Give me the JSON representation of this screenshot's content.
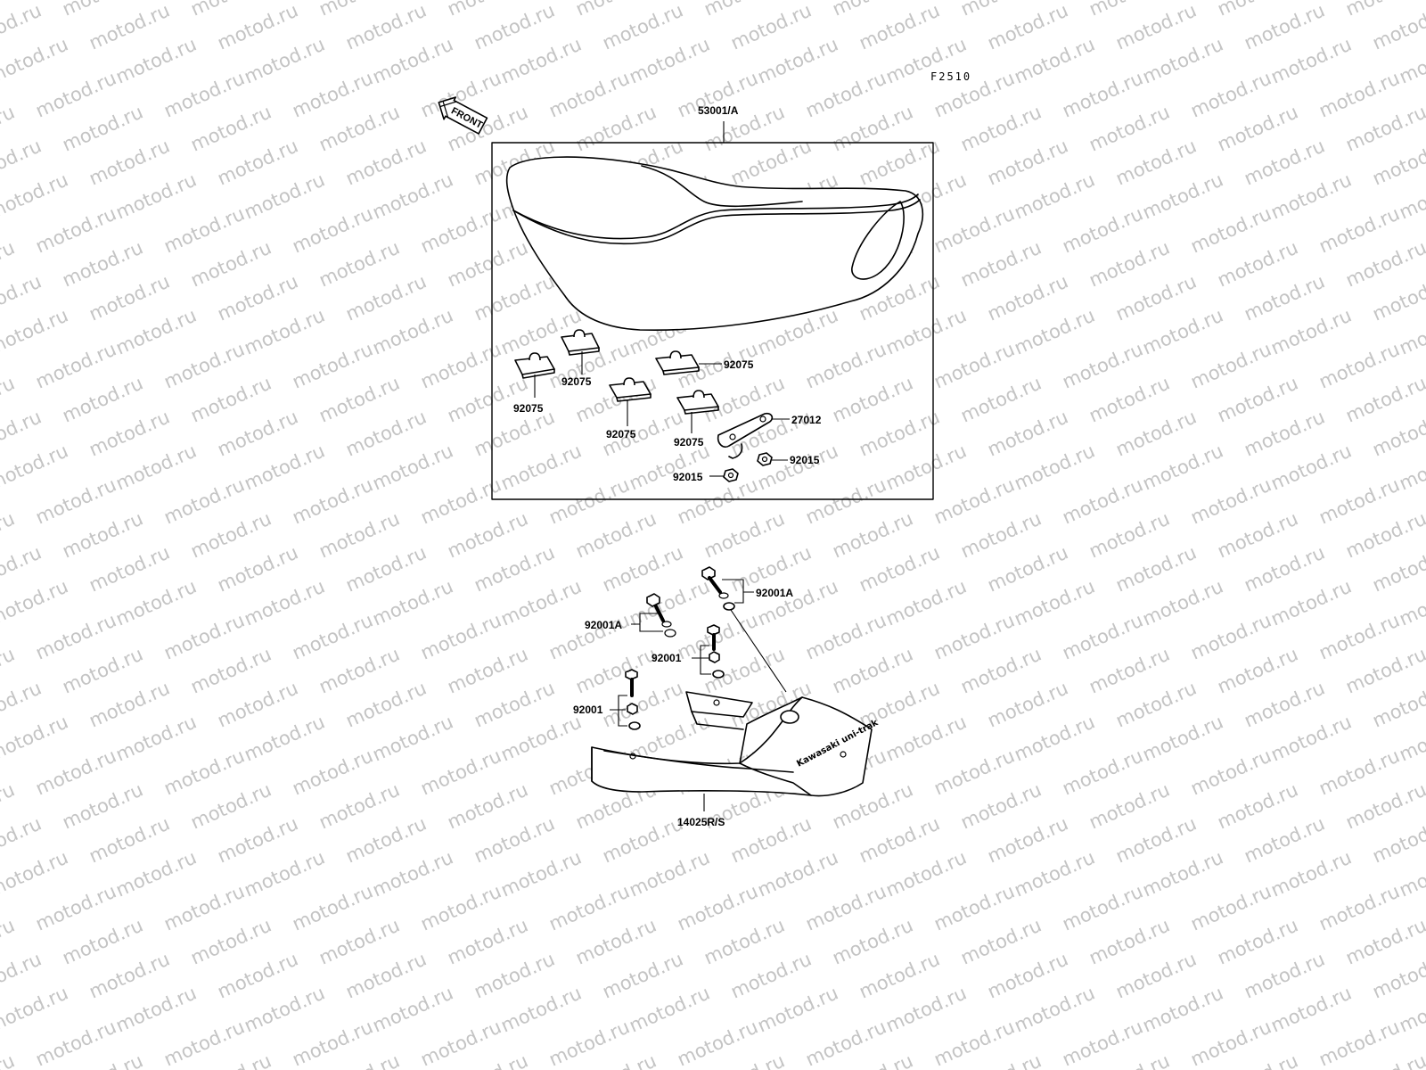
{
  "figure_ref": "F2510",
  "watermark_text": "motod.ru",
  "direction_arrow": {
    "label": "FRONT"
  },
  "seat_group": {
    "assembly_label": "53001/A",
    "parts": [
      {
        "id": "rubber_rear_left",
        "label": "92075",
        "icon": "seat-rubber-icon"
      },
      {
        "id": "rubber_rear_mid",
        "label": "92075",
        "icon": "seat-rubber-icon"
      },
      {
        "id": "rubber_rear_right",
        "label": "92075",
        "icon": "seat-rubber-icon"
      },
      {
        "id": "rubber_front_left",
        "label": "92075",
        "icon": "seat-rubber-icon"
      },
      {
        "id": "rubber_front_right",
        "label": "92075",
        "icon": "seat-rubber-icon"
      },
      {
        "id": "hook",
        "label": "27012",
        "icon": "seat-hook-icon"
      },
      {
        "id": "nut_right",
        "label": "92015",
        "icon": "nut-icon"
      },
      {
        "id": "nut_left",
        "label": "92015",
        "icon": "nut-icon"
      }
    ]
  },
  "cover_group": {
    "cover_label": "14025R/S",
    "cover_emblem": "Kawasaki uni-trak",
    "fasteners": [
      {
        "id": "bolt_set_a_right",
        "label": "92001A"
      },
      {
        "id": "bolt_set_a_left",
        "label": "92001A"
      },
      {
        "id": "bolt_set_b",
        "label": "92001"
      },
      {
        "id": "bolt_set_c",
        "label": "92001"
      }
    ]
  }
}
